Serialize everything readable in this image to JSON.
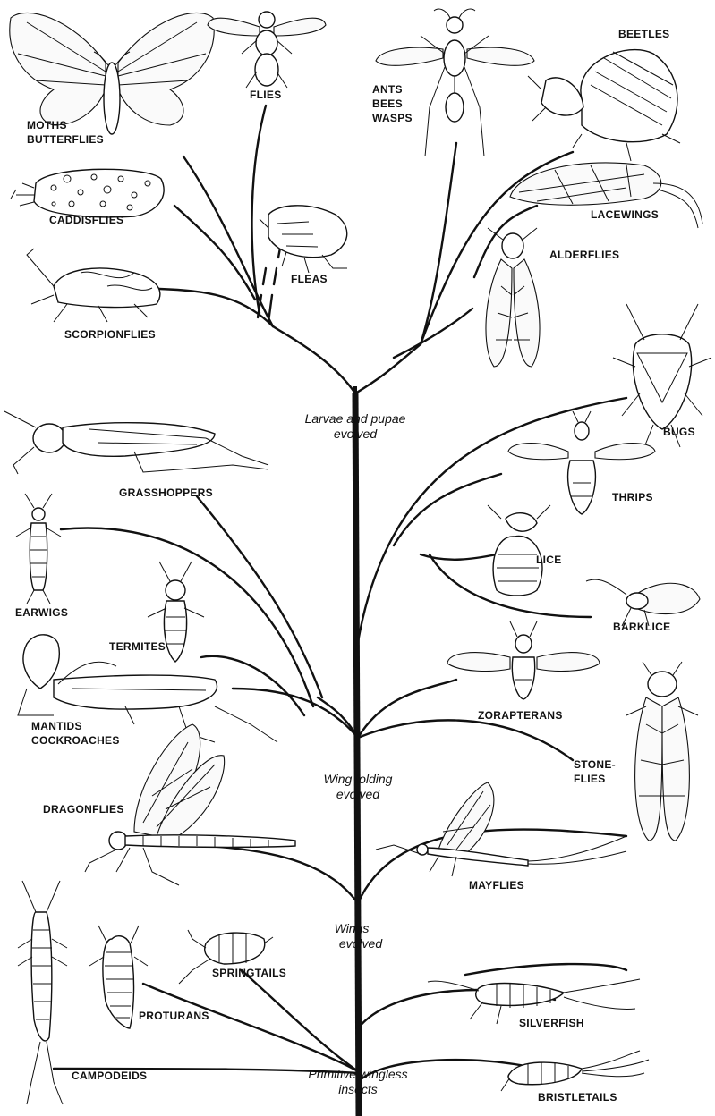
{
  "groups": {
    "moths_butterflies": [
      "MOTHS",
      "BUTTERFLIES"
    ],
    "flies": "FLIES",
    "ants_bees_wasps": [
      "ANTS",
      "BEES",
      "WASPS"
    ],
    "beetles": "BEETLES",
    "caddisflies": "CADDISFLIES",
    "fleas": "FLEAS",
    "lacewings": "LACEWINGS",
    "alderflies": "ALDERFLIES",
    "scorpionflies": "SCORPIONFLIES",
    "grasshoppers": "GRASSHOPPERS",
    "bugs": "BUGS",
    "thrips": "THRIPS",
    "earwigs": "EARWIGS",
    "lice": "LICE",
    "termites": "TERMITES",
    "barklice": "BARKLICE",
    "mantids_cockroaches": [
      "MANTIDS",
      "COCKROACHES"
    ],
    "zorapterans": "ZORAPTERANS",
    "stoneflies": [
      "STONE-",
      "FLIES"
    ],
    "dragonflies": "DRAGONFLIES",
    "mayflies": "MAYFLIES",
    "springtails": "SPRINGTAILS",
    "proturans": "PROTURANS",
    "silverfish": "SILVERFISH",
    "campodeids": "CAMPODEIDS",
    "bristletails": "BRISTLETAILS"
  },
  "evolution_labels": {
    "larvae_pupae": [
      "Larvae and pupae",
      "evolved"
    ],
    "wing_folding": [
      "Wing folding",
      "evolved"
    ],
    "wings": [
      "Wings",
      "evolved"
    ],
    "primitive": [
      "Primitive wingless",
      "insects"
    ]
  },
  "colors": {
    "ink": "#111111",
    "paper": "#ffffff"
  }
}
